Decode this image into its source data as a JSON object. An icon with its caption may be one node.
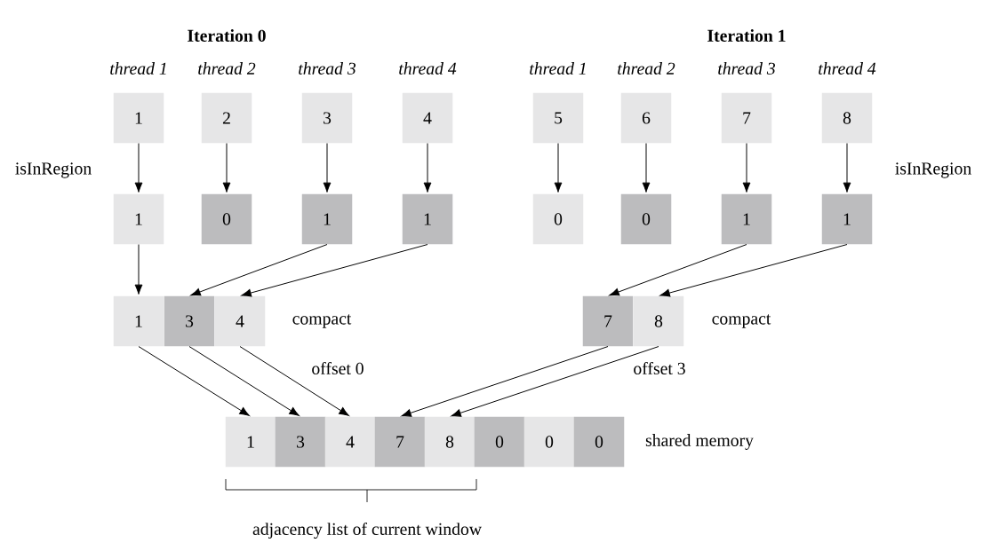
{
  "diagram": {
    "nodes": [
      {
        "text": [
          "1"
        ]
      },
      {
        "text": [
          "2"
        ]
      },
      {
        "text": [
          "3"
        ]
      },
      {
        "text": [
          "4"
        ]
      },
      {
        "text": [
          "5"
        ]
      },
      {
        "text": [
          "6"
        ]
      },
      {
        "text": [
          "7"
        ]
      },
      {
        "text": [
          "8"
        ]
      },
      {
        "text": [
          "1"
        ]
      },
      {
        "text": [
          "0"
        ]
      },
      {
        "text": [
          "1"
        ]
      },
      {
        "text": [
          "1"
        ]
      },
      {
        "text": [
          "0"
        ]
      },
      {
        "text": [
          "0"
        ]
      },
      {
        "text": [
          "1"
        ]
      },
      {
        "text": [
          "1"
        ]
      },
      {
        "text": [
          "1"
        ]
      },
      {
        "text": [
          "3"
        ]
      },
      {
        "text": [
          "4"
        ]
      },
      {
        "text": [
          "7"
        ]
      },
      {
        "text": [
          "8"
        ]
      },
      {
        "text": [
          "1"
        ]
      },
      {
        "text": [
          "3"
        ]
      },
      {
        "text": [
          "4"
        ]
      },
      {
        "text": [
          "7"
        ]
      },
      {
        "text": [
          "8"
        ]
      },
      {
        "text": [
          "0"
        ]
      },
      {
        "text": [
          "0"
        ]
      },
      {
        "text": [
          "0"
        ]
      }
    ],
    "edges": [
      {
        "from": 0,
        "to": 8,
        "arrow": "to"
      },
      {
        "from": 1,
        "to": 9,
        "arrow": "to"
      },
      {
        "from": 2,
        "to": 10,
        "arrow": "to"
      },
      {
        "from": 3,
        "to": 11,
        "arrow": "to"
      },
      {
        "from": 4,
        "to": 12,
        "arrow": "to"
      },
      {
        "from": 5,
        "to": 13,
        "arrow": "to"
      },
      {
        "from": 6,
        "to": 14,
        "arrow": "to"
      },
      {
        "from": 7,
        "to": 15,
        "arrow": "to"
      },
      {
        "from": 8,
        "to": 16,
        "arrow": "to"
      },
      {
        "from": 10,
        "to": 17,
        "arrow": "to"
      },
      {
        "from": 11,
        "to": 18,
        "arrow": "to"
      },
      {
        "from": 14,
        "to": 19,
        "arrow": "to"
      },
      {
        "from": 15,
        "to": 20,
        "arrow": "to"
      },
      {
        "from": 16,
        "to": 21,
        "arrow": "to"
      },
      {
        "from": 17,
        "to": 22,
        "arrow": "to"
      },
      {
        "from": 18,
        "to": 23,
        "arrow": "to"
      },
      {
        "from": 19,
        "to": 24,
        "arrow": "to"
      },
      {
        "from": 20,
        "to": 25,
        "arrow": "to"
      }
    ],
    "labels": [
      "Iteration 0",
      "Iteration 1",
      "thread 1",
      "thread 2",
      "thread 3",
      "thread 4",
      "thread 1",
      "thread 2",
      "thread 3",
      "thread 4",
      "isInRegion",
      "isInRegion",
      "compact",
      "compact",
      "offset 0",
      "offset 3",
      "shared memory",
      "adjacency list of current window"
    ]
  }
}
